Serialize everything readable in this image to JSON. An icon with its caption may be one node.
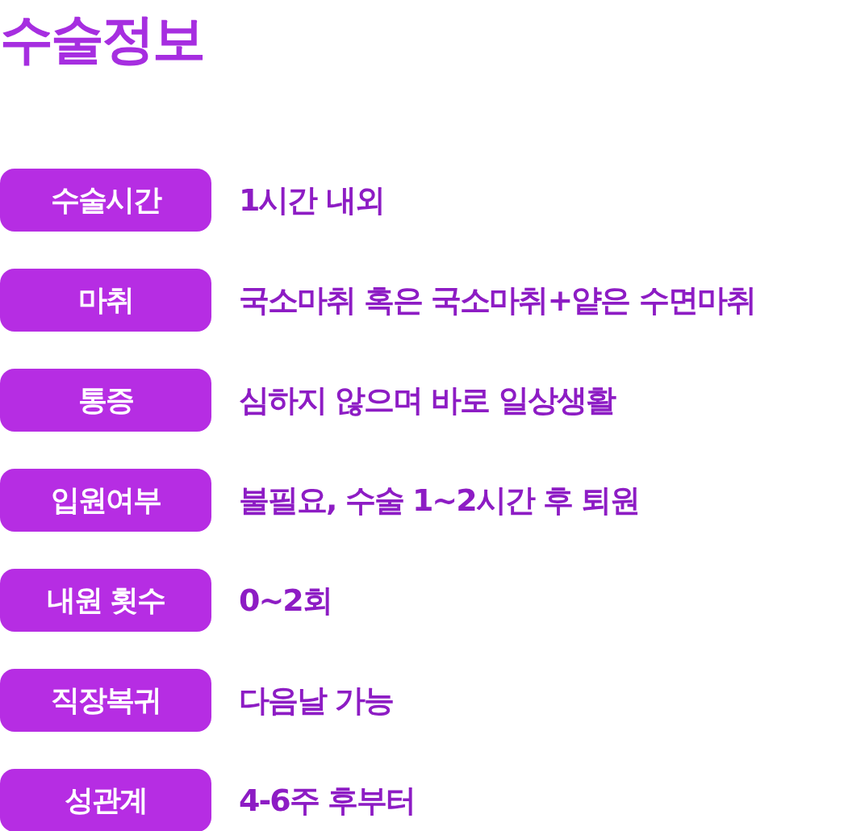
{
  "diagram": {
    "title": "수술정보",
    "nodes": [
      {
        "text": [
          "수술시간"
        ],
        "beside": [
          "1시간 내외"
        ]
      },
      {
        "text": [
          "마취"
        ],
        "beside": [
          "국소마취 혹은 국소마취+얕은 수면마취"
        ]
      },
      {
        "text": [
          "통증"
        ],
        "beside": [
          "심하지 않으며 바로 일상생활"
        ]
      },
      {
        "text": [
          "입원여부"
        ],
        "beside": [
          "불필요, 수술 1~2시간 후 퇴원"
        ]
      },
      {
        "text": [
          "내원 횟수"
        ],
        "beside": [
          "0~2회"
        ]
      },
      {
        "text": [
          "직장복귀"
        ],
        "beside": [
          "다음날 가능"
        ]
      },
      {
        "text": [
          "성관계"
        ],
        "beside": [
          "4-6주 후부터"
        ]
      }
    ]
  }
}
